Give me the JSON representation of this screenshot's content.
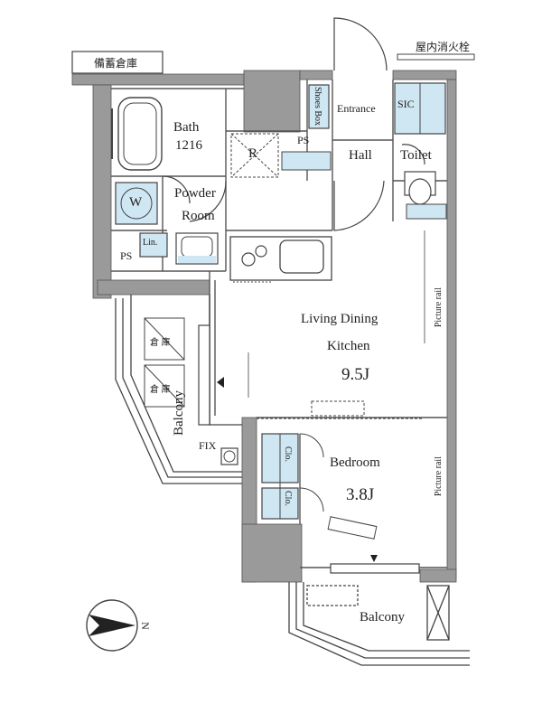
{
  "labels": {
    "storage": "備蓄倉庫",
    "hydrant": "屋内消火栓",
    "bath": "Bath",
    "bath_size": "1216",
    "powder_room_1": "Powder",
    "powder_room_2": "Room",
    "washer": "W",
    "linen": "Lin.",
    "ps_left": "PS",
    "ps_center": "PS",
    "refrigerator": "R",
    "shoes_box": "Shoes Box",
    "entrance": "Entrance",
    "sic": "SIC",
    "hall": "Hall",
    "toilet": "Toilet",
    "ldk_1": "Living Dining",
    "ldk_2": "Kitchen",
    "ldk_area": "9.5J",
    "picture_rail_upper": "Picture rail",
    "picture_rail_lower": "Picture rail",
    "bedroom": "Bedroom",
    "bedroom_area": "3.8J",
    "closet_upper": "Clo.",
    "closet_lower": "Clo.",
    "balcony_left": "Balcony",
    "fix": "FIX",
    "balcony_bottom": "Balcony",
    "shed_1": "倉 庫",
    "shed_2": "倉 庫",
    "north": "N"
  },
  "colors": {
    "wall": "#9a9a9a",
    "line": "#444444",
    "fixture_blue": "#cfe6f3",
    "background": "#ffffff"
  }
}
